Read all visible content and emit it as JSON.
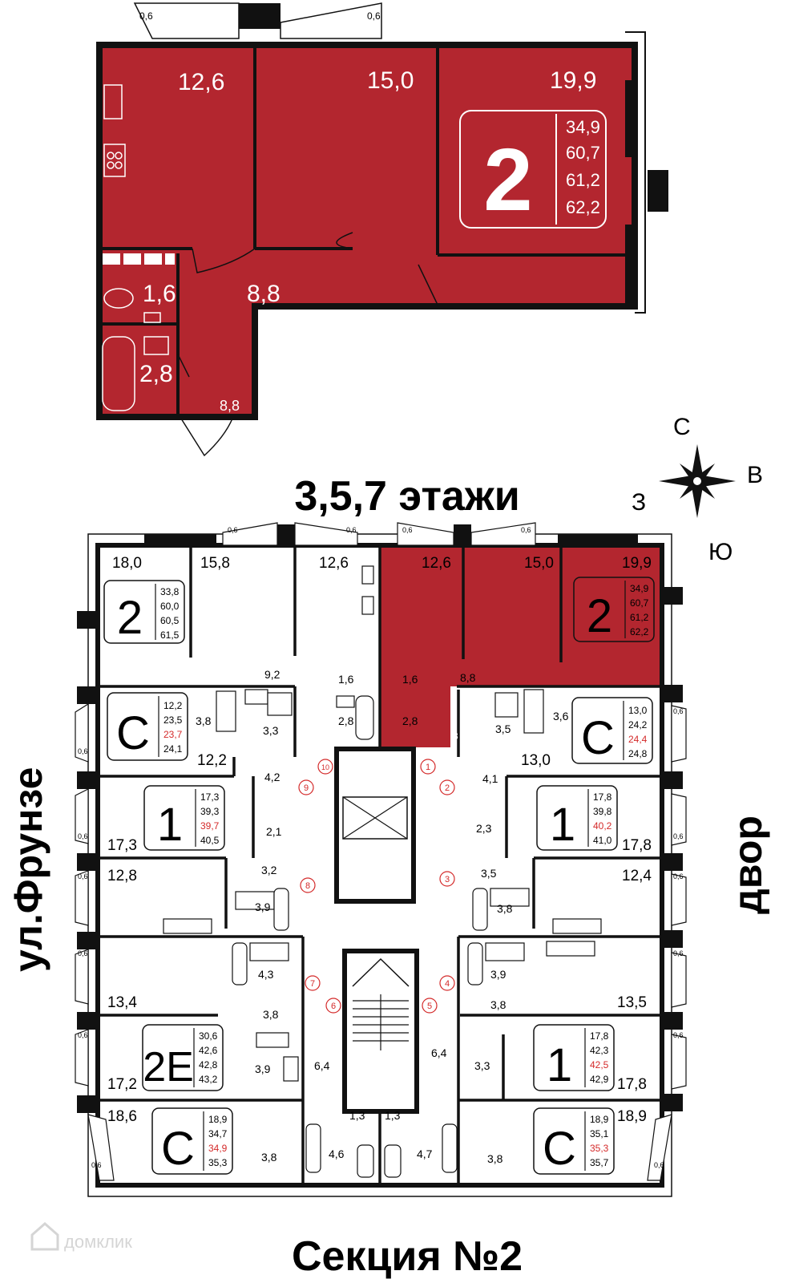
{
  "top_plan": {
    "rooms": [
      {
        "id": "kitchen",
        "area": "12,6"
      },
      {
        "id": "room-middle",
        "area": "15,0"
      },
      {
        "id": "room-right",
        "area": "19,9"
      },
      {
        "id": "toilet",
        "area": "1,6"
      },
      {
        "id": "hall",
        "area": "8,8"
      },
      {
        "id": "bathroom",
        "area": "2,8"
      },
      {
        "id": "corridor",
        "area": "8,8"
      }
    ],
    "balconies": [
      "0,6",
      "0,6"
    ],
    "badge": {
      "rooms": "2",
      "areas": [
        "34,9",
        "60,7",
        "61,2",
        "62,2"
      ]
    }
  },
  "floor_label": "3,5,7 этажи",
  "compass": {
    "n": "С",
    "e": "В",
    "w": "З",
    "s": "Ю"
  },
  "street_left": "ул.Фрунзе",
  "street_right": "двор",
  "section_label": "Секция №2",
  "watermark": "домклик",
  "floor": {
    "balcony_small": [
      "0,6",
      "0,6",
      "0,6",
      "0,6",
      "0,6",
      "0,6",
      "0,6",
      "0,6",
      "0,6",
      "0,6",
      "0,6",
      "0,6",
      "0,6",
      "0,6",
      "0,6",
      "0,6"
    ],
    "room_labels": [
      "18,0",
      "15,8",
      "12,6",
      "12,6",
      "15,0",
      "19,9",
      "9,2",
      "1,6",
      "1,6",
      "8,8",
      "3,8",
      "3,3",
      "2,8",
      "2,8",
      "3,5",
      "3,6",
      "12,2",
      "13,0",
      "8",
      "4,2",
      "4,1",
      "17,3",
      "2,1",
      "2,3",
      "17,8",
      "3,2",
      "3,5",
      "12,8",
      "12,4",
      "3,9",
      "3,8",
      "4,3",
      "3,9",
      "13,4",
      "3,8",
      "3,8",
      "13,5",
      "17,2",
      "3,9",
      "6,4",
      "6,4",
      "3,3",
      "17,8",
      "18,6",
      "1,3",
      "1,3",
      "18,9",
      "3,8",
      "4,6",
      "4,7",
      "3,8"
    ],
    "apartments": [
      {
        "id": "a1",
        "rooms": "2",
        "areas": [
          "33,8",
          "60,0",
          "60,5",
          "61,5"
        ]
      },
      {
        "id": "a2",
        "rooms": "2",
        "areas": [
          "34,9",
          "60,7",
          "61,2",
          "62,2"
        ]
      },
      {
        "id": "a3",
        "rooms": "С",
        "areas": [
          "12,2",
          "23,5",
          "23,7",
          "24,1"
        ]
      },
      {
        "id": "a4",
        "rooms": "С",
        "areas": [
          "13,0",
          "24,2",
          "24,4",
          "24,8"
        ]
      },
      {
        "id": "a5",
        "rooms": "1",
        "areas": [
          "17,3",
          "39,3",
          "39,7",
          "40,5"
        ]
      },
      {
        "id": "a6",
        "rooms": "1",
        "areas": [
          "17,8",
          "39,8",
          "40,2",
          "41,0"
        ]
      },
      {
        "id": "a7",
        "rooms": "2Е",
        "areas": [
          "30,6",
          "42,6",
          "42,8",
          "43,2"
        ]
      },
      {
        "id": "a8",
        "rooms": "1",
        "areas": [
          "17,8",
          "42,3",
          "42,5",
          "42,9"
        ]
      },
      {
        "id": "a9",
        "rooms": "С",
        "areas": [
          "18,9",
          "34,7",
          "34,9",
          "35,3"
        ]
      },
      {
        "id": "a10",
        "rooms": "С",
        "areas": [
          "18,9",
          "35,1",
          "35,3",
          "35,7"
        ]
      }
    ],
    "door_numbers": [
      "1",
      "2",
      "3",
      "4",
      "5",
      "6",
      "7",
      "8",
      "9",
      "10"
    ]
  },
  "colors": {
    "highlight": "#b3262f",
    "wall": "#111111",
    "accent_red": "#d42a2a"
  }
}
